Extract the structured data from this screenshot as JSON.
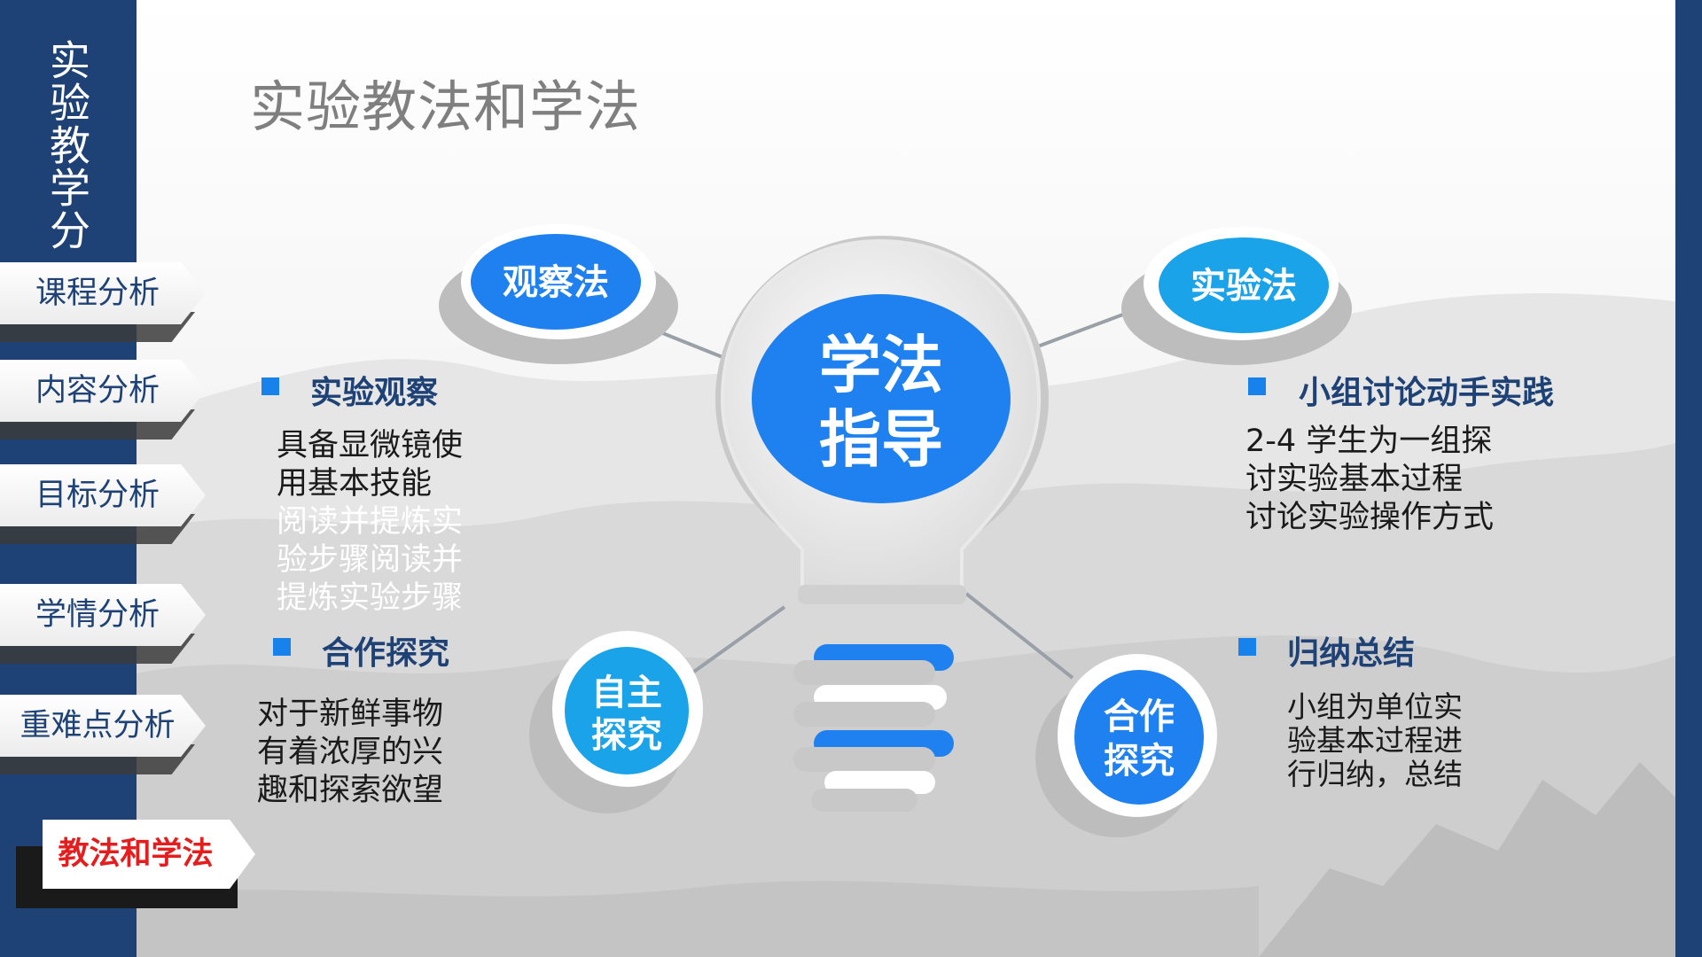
{
  "sidebar": {
    "vertical_title": "实验教学分",
    "nav_items": [
      {
        "label": "课程分析"
      },
      {
        "label": "内容分析"
      },
      {
        "label": "目标分析"
      },
      {
        "label": "学情分析"
      },
      {
        "label": "重难点分析"
      }
    ],
    "active_item": {
      "label": "教法和学法"
    }
  },
  "page_title": "实验教法和学法",
  "center_bulb": {
    "line1": "学法",
    "line2": "指导"
  },
  "bubbles": {
    "observe": "观察法",
    "experiment": "实验法",
    "self_study": {
      "line1": "自主",
      "line2": "探究"
    },
    "cooperate": {
      "line1": "合作",
      "line2": "探究"
    }
  },
  "sections": {
    "experiment_observe": {
      "heading": "实验观察",
      "lines": [
        "具备显微镜使",
        "用基本技能"
      ],
      "faded_lines": [
        "阅读并提炼实",
        "验步骤阅读并",
        "提炼实验步骤"
      ]
    },
    "cooperative_inquiry": {
      "heading": "合作探究",
      "lines": [
        "对于新鲜事物",
        "有着浓厚的兴",
        "趣和探索欲望"
      ]
    },
    "group_discussion": {
      "heading": "小组讨论动手实践",
      "lines": [
        "2-4 学生为一组探",
        "讨实验基本过程",
        "讨论实验操作方式"
      ]
    },
    "summary": {
      "heading": "归纳总结",
      "lines": [
        "小组为单位实",
        "验基本过程进",
        "行归纳，总结"
      ]
    }
  },
  "colors": {
    "navy": "#1f4276",
    "blue": "#1781ec",
    "cyan": "#20a6e6",
    "active_red": "#e41e1e"
  }
}
